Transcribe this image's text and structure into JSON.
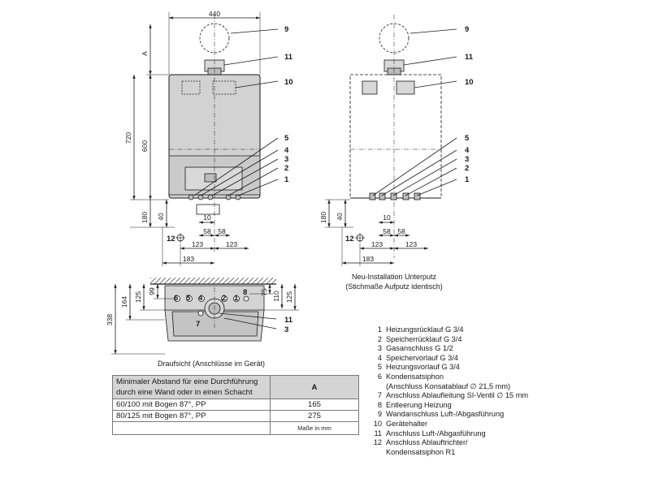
{
  "front_view": {
    "dims": {
      "width": "440",
      "a": "A",
      "height_total": "720",
      "height_body": "600",
      "bottom": "180",
      "below": "40",
      "d10": "10",
      "d58_left": "58",
      "d58_right": "58",
      "d123_left": "123",
      "d123_right": "123",
      "d183": "183",
      "d12": "12"
    },
    "callouts": [
      "9",
      "11",
      "10",
      "5",
      "4",
      "3",
      "2",
      "1"
    ]
  },
  "install_view": {
    "dims": {
      "bottom": "180",
      "below": "40",
      "d10": "10",
      "d58_left": "58",
      "d58_right": "58",
      "d123_left": "123",
      "d123_right": "123",
      "d183": "183",
      "d12": "12"
    },
    "callouts": [
      "9",
      "11",
      "10",
      "5",
      "4",
      "3",
      "2",
      "1"
    ],
    "caption_line1": "Neu-Installation Unterputz",
    "caption_line2": "(Stichmaße Aufputz identisch)"
  },
  "top_view": {
    "dims": {
      "d338": "338",
      "d164": "164",
      "d125_left": "125",
      "d99": "99",
      "d75": "75",
      "d110": "110",
      "d125_right": "125"
    },
    "labels": [
      "6",
      "5",
      "4",
      "2",
      "1",
      "8",
      "7",
      "11",
      "3"
    ],
    "caption": "Draufsicht (Anschlüsse im Gerät)"
  },
  "legend": [
    {
      "num": "1",
      "text": "Heizungsrücklauf G 3/4"
    },
    {
      "num": "2",
      "text": "Speicherrücklauf G 3/4"
    },
    {
      "num": "3",
      "text": "Gasanschluss G 1/2"
    },
    {
      "num": "4",
      "text": "Speichervorlauf G 3/4"
    },
    {
      "num": "5",
      "text": "Heizungsvorlauf G 3/4"
    },
    {
      "num": "6",
      "text": "Kondensatsiphon"
    },
    {
      "num": "",
      "text": "(Anschluss Konsatablauf ∅ 21,5 mm)"
    },
    {
      "num": "7",
      "text": "Anschluss Ablaufleitung SI-Ventil ∅ 15 mm"
    },
    {
      "num": "8",
      "text": "Entleerung Heizung"
    },
    {
      "num": "9",
      "text": "Wandanschluss Luft-/Abgasführung"
    },
    {
      "num": "10",
      "text": "Gerätehalter"
    },
    {
      "num": "11",
      "text": "Anschluss Luft-/Abgasführung"
    },
    {
      "num": "12",
      "text": "Anschluss Ablauftrichter/"
    },
    {
      "num": "",
      "text": "Kondensatsiphon R1"
    }
  ],
  "clearance_table": {
    "header_line1": "Minimaler Abstand für eine Durchführung",
    "header_line2": "durch eine Wand oder in einen Schacht",
    "header_value": "A",
    "rows": [
      {
        "label": "60/100 mit Bogen 87°, PP",
        "value": "165"
      },
      {
        "label": "80/125 mit Bogen 87°, PP",
        "value": "275"
      }
    ],
    "unit": "Maße in mm"
  }
}
